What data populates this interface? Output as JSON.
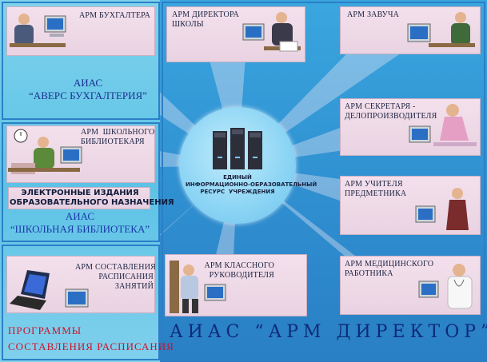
{
  "labels": {
    "buh": "АРМ БУХГАЛТЕРА",
    "director": "АРМ ДИРЕКТОРА\nШКОЛЫ",
    "zavuch": "АРМ ЗАВУЧА",
    "secretary": "АРМ СЕКРЕТАРЯ -\nДЕЛОПРОИЗВОДИТЕЛЯ",
    "librarian": "АРМ  ШКОЛЬНОГО\nБИБЛИОТЕКАРЯ",
    "teacher": "АРМ УЧИТЕЛЯ\nПРЕДМЕТНИКА",
    "schedule": "АРМ СОСТАВЛЕНИЯ\nРАСПИСАНИЯ\nЗАНЯТИЙ",
    "classteacher": "АРМ КЛАССНОГО\nРУКОВОДИТЕЛЯ",
    "medic": "АРМ МЕДИЦИНСКОГО\nРАБОТНИКА"
  },
  "titles": {
    "avers": "АИАС\n“АВЕРС БУХГАЛТЕРИЯ”",
    "eizdania": "ЭЛЕКТРОННЫЕ ИЗДАНИЯ\nОБРАЗОВАТЕЛЬНОГО НАЗНАЧЕНИЯ",
    "library": "АИАС\n“ШКОЛЬНАЯ БИБЛИОТЕКА”",
    "programs": "ПРОГРАММЫ\nСОСТАВЛЕНИЯ РАСПИСАНИЯ",
    "main": "АИАС  “АРМ  ДИРЕКТОР”"
  },
  "center": {
    "text": "ЕДИНЫЙ\nИНФОРМАЦИОННО-ОБРАЗОВАТЕЛЬНЫЙ\nРЕСУРС  УЧРЕЖДЕНИЯ"
  },
  "colors": {
    "background": "#3aa6df",
    "box": "#f0dbe8",
    "title_blue": "#1a2f8f",
    "title_red": "#d0102a"
  }
}
